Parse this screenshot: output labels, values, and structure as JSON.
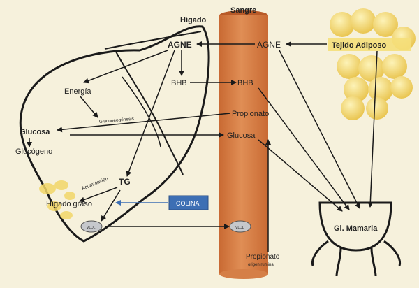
{
  "labels": {
    "liver": "Hígado",
    "blood": "Sangre",
    "adipose": "Tejido Adiposo",
    "agne_liver": "AGNE",
    "agne_blood": "AGNE",
    "bhb_liver": "BHB",
    "bhb_blood": "BHB",
    "energy": "Energía",
    "gluconeogenesis": "Gluconeogénesis",
    "glucose_liver": "Glucosa",
    "glycogen": "Glucógeno",
    "propionate_blood": "Propionato",
    "glucose_blood": "Glucosa",
    "accumulation": "Acumulación",
    "tg": "TG",
    "fatty_liver": "Hígado graso",
    "choline": "COLINA",
    "vldl_liver": "VLDL",
    "vldl_blood": "VLDL",
    "propionate_bottom": "Propionato",
    "ruminal_origin": "origen ruminal",
    "mammary_gland": "Gl. Mamaria"
  },
  "colors": {
    "background": "#f6f1dc",
    "blood_vessel": "#d9814a",
    "adipose": "#f5df7a",
    "choline_box": "#3d6fb4",
    "outline": "#1a1a1a"
  }
}
